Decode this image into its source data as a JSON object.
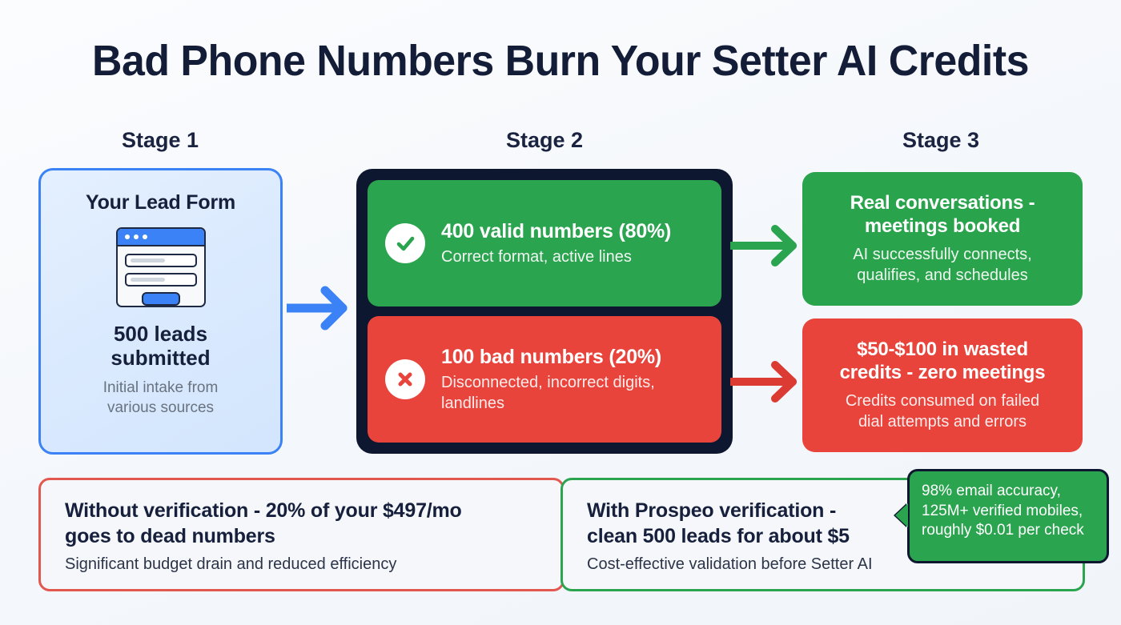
{
  "title": "Bad Phone Numbers Burn Your Setter AI Credits",
  "colors": {
    "background": "#f7f9fc",
    "navy": "#0d1830",
    "blue": "#3b82f6",
    "green": "#2aa44f",
    "red": "#e8443c",
    "text_dark": "#16203c",
    "text_muted": "#69727f"
  },
  "stages": {
    "stage1_label": "Stage 1",
    "stage2_label": "Stage 2",
    "stage3_label": "Stage 3"
  },
  "stage1": {
    "card_title": "Your Lead Form",
    "icon": "lead-form-browser-icon",
    "leads_count": "500 leads\nsubmitted",
    "leads_line1": "500 leads",
    "leads_line2": "submitted",
    "description_line1": "Initial intake from",
    "description_line2": "various sources"
  },
  "stage2": {
    "valid": {
      "icon": "check-circle-icon",
      "headline": "400 valid numbers (80%)",
      "sub": "Correct format, active lines"
    },
    "bad": {
      "icon": "x-circle-icon",
      "headline": "100 bad numbers (20%)",
      "sub": "Disconnected, incorrect digits, landlines"
    }
  },
  "stage3": {
    "good": {
      "headline_line1": "Real conversations -",
      "headline_line2": "meetings booked",
      "sub_line1": "AI successfully connects,",
      "sub_line2": "qualifies, and schedules"
    },
    "bad": {
      "headline_line1": "$50-$100 in wasted",
      "headline_line2": "credits - zero meetings",
      "sub_line1": "Credits consumed on failed",
      "sub_line2": "dial attempts and errors"
    }
  },
  "arrows": {
    "stage1_to_stage2": "blue-arrow-right-icon",
    "stage2_to_good": "green-arrow-right-icon",
    "stage2_to_bad": "red-arrow-right-icon"
  },
  "bottom": {
    "without": {
      "headline_line1": "Without verification - 20% of your $497/mo",
      "headline_line2": "goes to dead numbers",
      "sub": "Significant budget drain and reduced efficiency"
    },
    "with": {
      "headline_line1": "With Prospeo verification -",
      "headline_line2": "clean 500 leads for about $5",
      "sub": "Cost-effective validation before Setter AI"
    }
  },
  "callout": {
    "text": "98% email accuracy, 125M+ verified mobiles, roughly $0.01 per check"
  }
}
